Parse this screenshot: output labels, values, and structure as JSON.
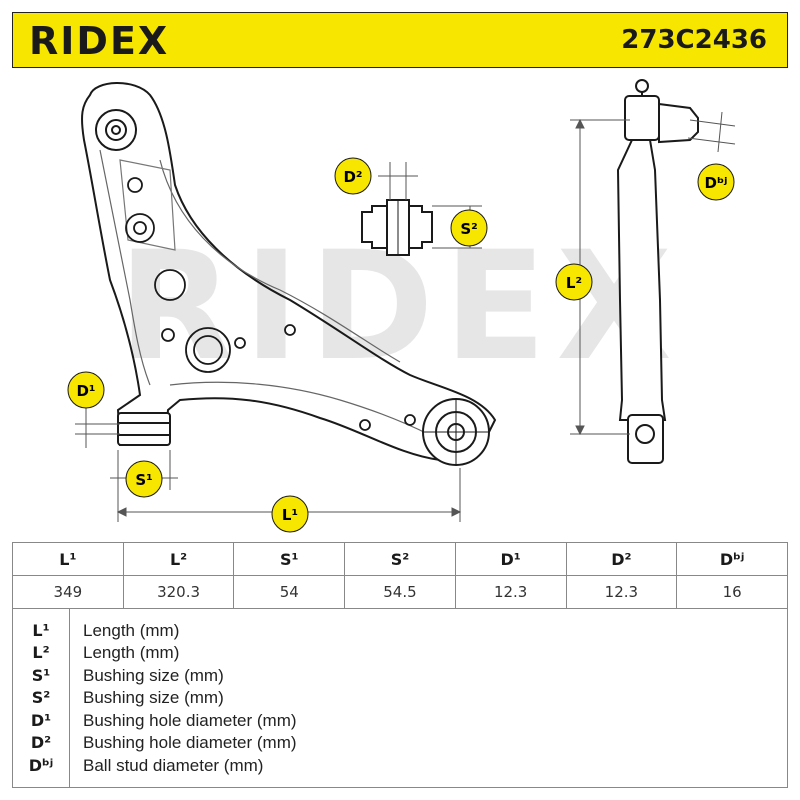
{
  "brand": "RIDEX",
  "part_number": "273C2436",
  "watermark": "RIDEX",
  "colors": {
    "accent": "#f7e600",
    "outline": "#1a1a1a",
    "dim_line": "#555555"
  },
  "dimension_labels": {
    "l1": "L¹",
    "l2": "L²",
    "s1": "S¹",
    "s2": "S²",
    "d1": "D¹",
    "d2": "D²",
    "dbj": "Dᵇʲ"
  },
  "spec_table": {
    "headers": [
      "L¹",
      "L²",
      "S¹",
      "S²",
      "D¹",
      "D²",
      "Dᵇʲ"
    ],
    "values": [
      "349",
      "320.3",
      "54",
      "54.5",
      "12.3",
      "12.3",
      "16"
    ]
  },
  "legend": [
    {
      "symbol": "L¹",
      "description": "Length (mm)"
    },
    {
      "symbol": "L²",
      "description": "Length (mm)"
    },
    {
      "symbol": "S¹",
      "description": "Bushing size (mm)"
    },
    {
      "symbol": "S²",
      "description": "Bushing size (mm)"
    },
    {
      "symbol": "D¹",
      "description": "Bushing hole diameter (mm)"
    },
    {
      "symbol": "D²",
      "description": "Bushing hole diameter (mm)"
    },
    {
      "symbol": "Dᵇʲ",
      "description": "Ball stud diameter (mm)"
    }
  ]
}
